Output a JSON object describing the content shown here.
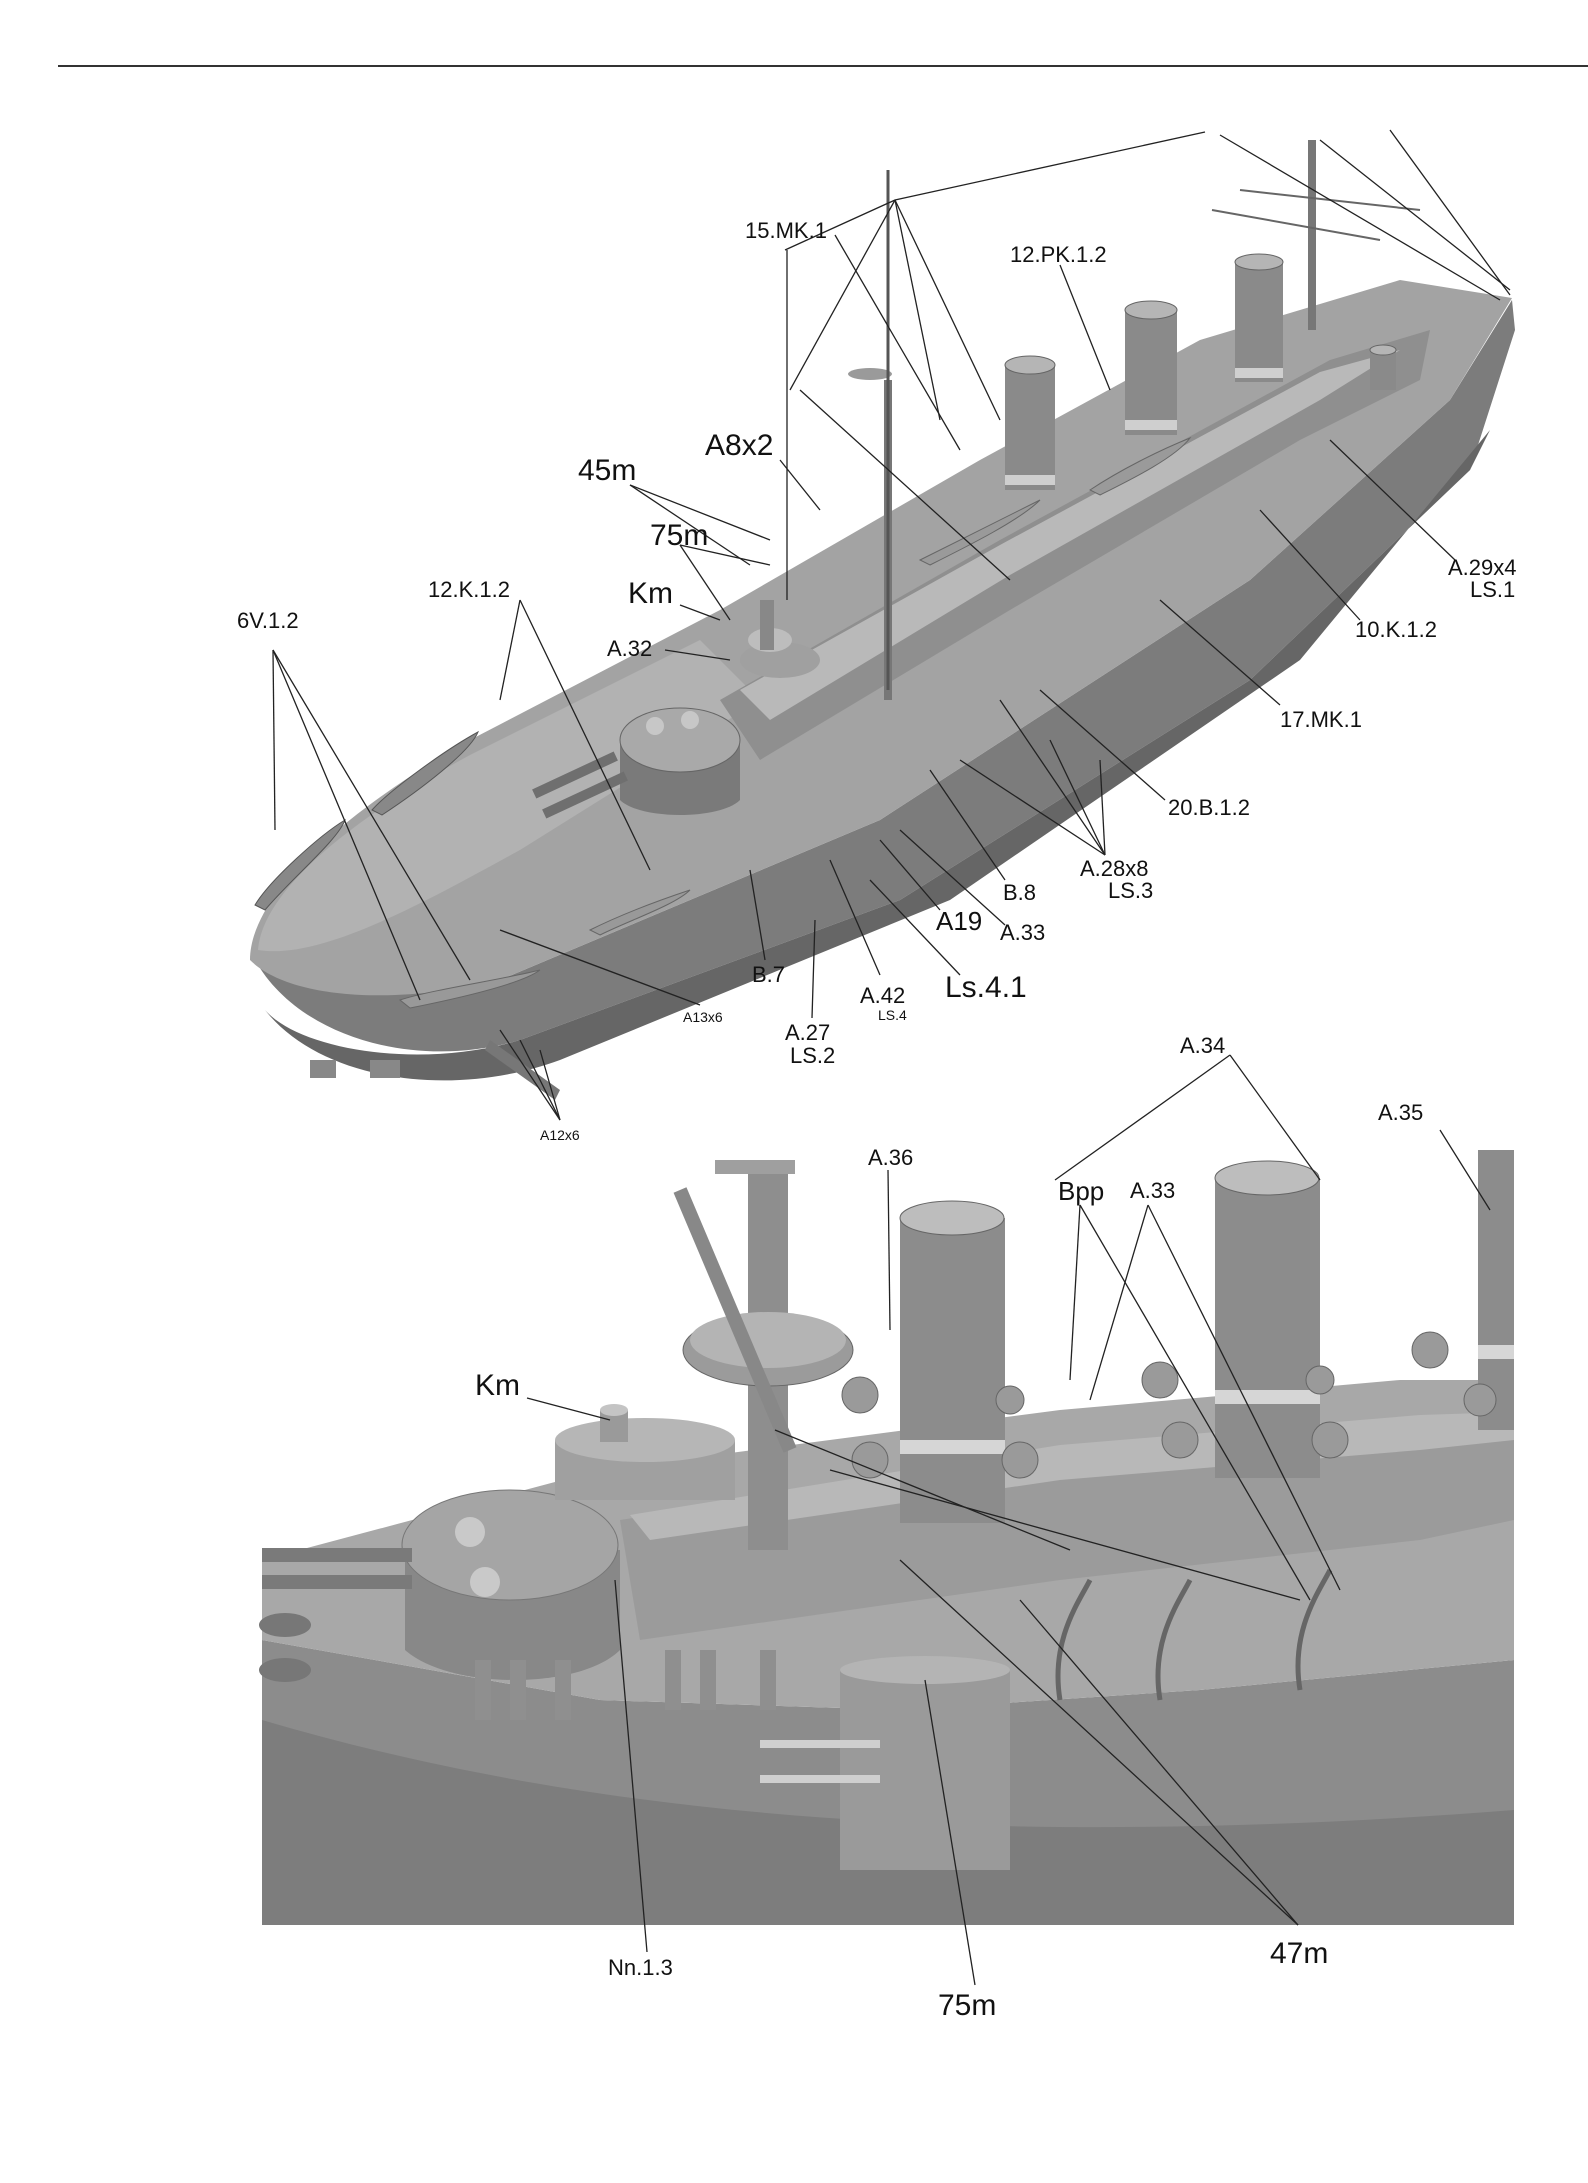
{
  "colors": {
    "hull": "#8d8d8d",
    "hull_dark": "#6e6e6e",
    "deck": "#a6a6a6",
    "deck_light": "#bdbdbd",
    "funnel": "#8a8a8a",
    "funnel_light": "#b4b4b4",
    "text": "#111111",
    "paper": "#ffffff"
  },
  "top_view": {
    "labels": {
      "mk_15": "15.MK.1",
      "pk_12": "12.PK.1.2",
      "a8x2": "A8x2",
      "m45": "45m",
      "m75": "75m",
      "km": "Km",
      "k12": "12.K.1.2",
      "v6": "6V.1.2",
      "a32": "A.32",
      "a29x4": "A.29x4",
      "ls1": "LS.1",
      "k10": "10.K.1.2",
      "mk17": "17.MK.1",
      "b20": "20.B.1.2",
      "a28x8": "A.28x8",
      "ls3": "LS.3",
      "b8": "B.8",
      "a19": "A19",
      "a33": "A.33",
      "ls41": "Ls.4.1",
      "b7": "B.7",
      "a42": "A.42",
      "ls4": "LS.4",
      "a13x6": "A13x6",
      "a27": "A.27",
      "ls2": "LS.2",
      "a12x6": "A12x6"
    }
  },
  "detail_view": {
    "labels": {
      "a34": "A.34",
      "a35": "A.35",
      "a36": "A.36",
      "bpp": "Bpp",
      "a33": "A.33",
      "km": "Km",
      "nn13": "Nn.1.3",
      "m47": "47m",
      "m75": "75m"
    }
  }
}
